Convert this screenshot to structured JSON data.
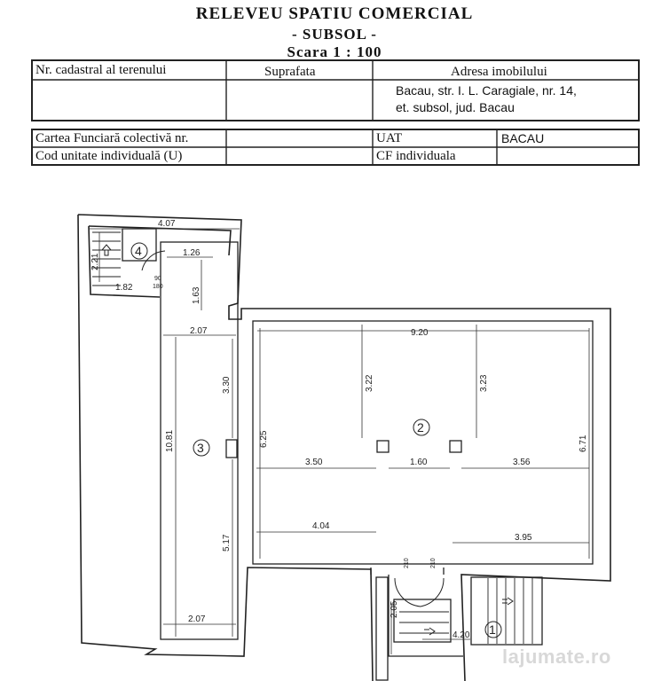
{
  "header": {
    "title": "RELEVEU SPATIU COMERCIAL",
    "subtitle": "- SUBSOL -",
    "scale": "Scara 1 : 100"
  },
  "table": {
    "col1": "Nr. cadastral al terenului",
    "col2": "Suprafata",
    "col3": "Adresa imobilului",
    "address_line1": "Bacau, str. I. L. Caragiale, nr. 14,",
    "address_line2": "et. subsol, jud. Bacau",
    "carte_label": "Cartea Funciară colectivă nr.",
    "uat_label": "UAT",
    "uat_value": "BACAU",
    "cod_label": "Cod unitate individuală (U)",
    "cf_label": "CF individuala"
  },
  "plan": {
    "rooms": [
      "1",
      "2",
      "3",
      "4"
    ],
    "dims": {
      "top_width": "4.07",
      "stair_h": "2.21",
      "corr_w": "1.26",
      "corr_h": "1.63",
      "door_small": "1.82",
      "door4": "90",
      "door4b": "180",
      "r3_top": "2.07",
      "r3_h1": "3.30",
      "r3_total": "10.81",
      "r3_h2": "5.17",
      "r3_bottom": "2.07",
      "r2_top": "9.20",
      "r2_c1": "3.22",
      "r2_c2": "3.23",
      "r2_left": "6.25",
      "r2_right": "6.71",
      "r2_a": "3.50",
      "r2_b": "1.60",
      "r2_c": "3.56",
      "r2_d": "4.04",
      "r2_e": "3.95",
      "door_a": "210",
      "door_b": "210",
      "r1_h": "2.05",
      "r1_w": "4.20"
    }
  },
  "watermark": "lajumate.ro"
}
